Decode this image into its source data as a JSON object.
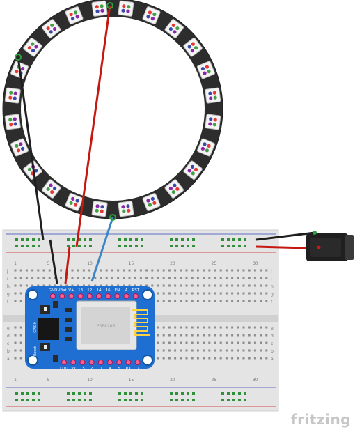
{
  "ring": {
    "pixel_count": 24
  },
  "board": {
    "top_pins": [
      "GND",
      "VBat",
      "V+",
      "13",
      "12",
      "14",
      "16",
      "EN",
      "A",
      "RST"
    ],
    "bottom_pins": [
      "LDO",
      "3V",
      "15",
      "2",
      "0",
      "4",
      "5",
      "RX",
      "TX"
    ],
    "side_labels": [
      "GPIO0",
      "Reset"
    ],
    "chip_labels": [
      "ESP8266"
    ]
  },
  "breadboard": {
    "row_letters_top": [
      "j",
      "i",
      "h",
      "g",
      "f"
    ],
    "row_letters_bottom": [
      "e",
      "d",
      "c",
      "b",
      "a"
    ],
    "column_numbers": [
      "1",
      "5",
      "10",
      "15",
      "20",
      "25",
      "30"
    ]
  },
  "wire_colors": {
    "red": "#d31a12",
    "black": "#2b2b2b",
    "blue": "#3a86c8",
    "green_tip": "#2ea043"
  },
  "watermark": "fritzing"
}
